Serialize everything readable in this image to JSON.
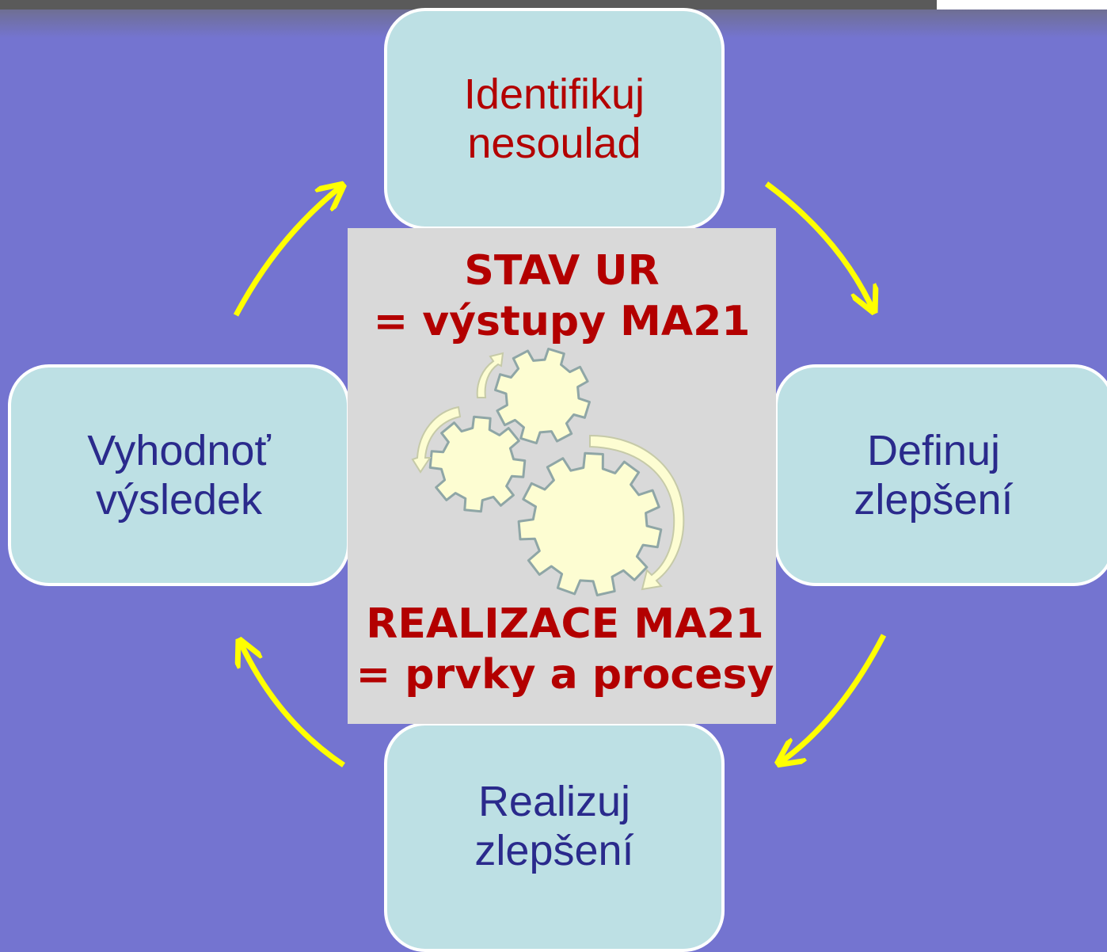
{
  "nodes": {
    "top": [
      "Identifikuj",
      "nesoulad"
    ],
    "right": [
      "Definuj",
      "zlepšení"
    ],
    "bottom": [
      "Realizuj",
      "zlepšení"
    ],
    "left": [
      "Vyhodnoť",
      "výsledek"
    ]
  },
  "center": {
    "top_lines": [
      "STAV UR",
      "= výstupy MA21"
    ],
    "bottom_lines": [
      "REALIZACE MA21",
      "= prvky a procesy"
    ]
  },
  "colors": {
    "background": "#7474d0",
    "node_fill": "#bde0e4",
    "node_border": "#ffffff",
    "accent_red": "#b30000",
    "text_blue": "#2a2a8c",
    "arrow": "#ffff00",
    "gear_fill": "#fdfdd2",
    "gear_stroke": "#8fa6a6",
    "center_panel": "#d9d9d9"
  },
  "icons": [
    "gears-icon",
    "cycle-arrow-icon"
  ]
}
